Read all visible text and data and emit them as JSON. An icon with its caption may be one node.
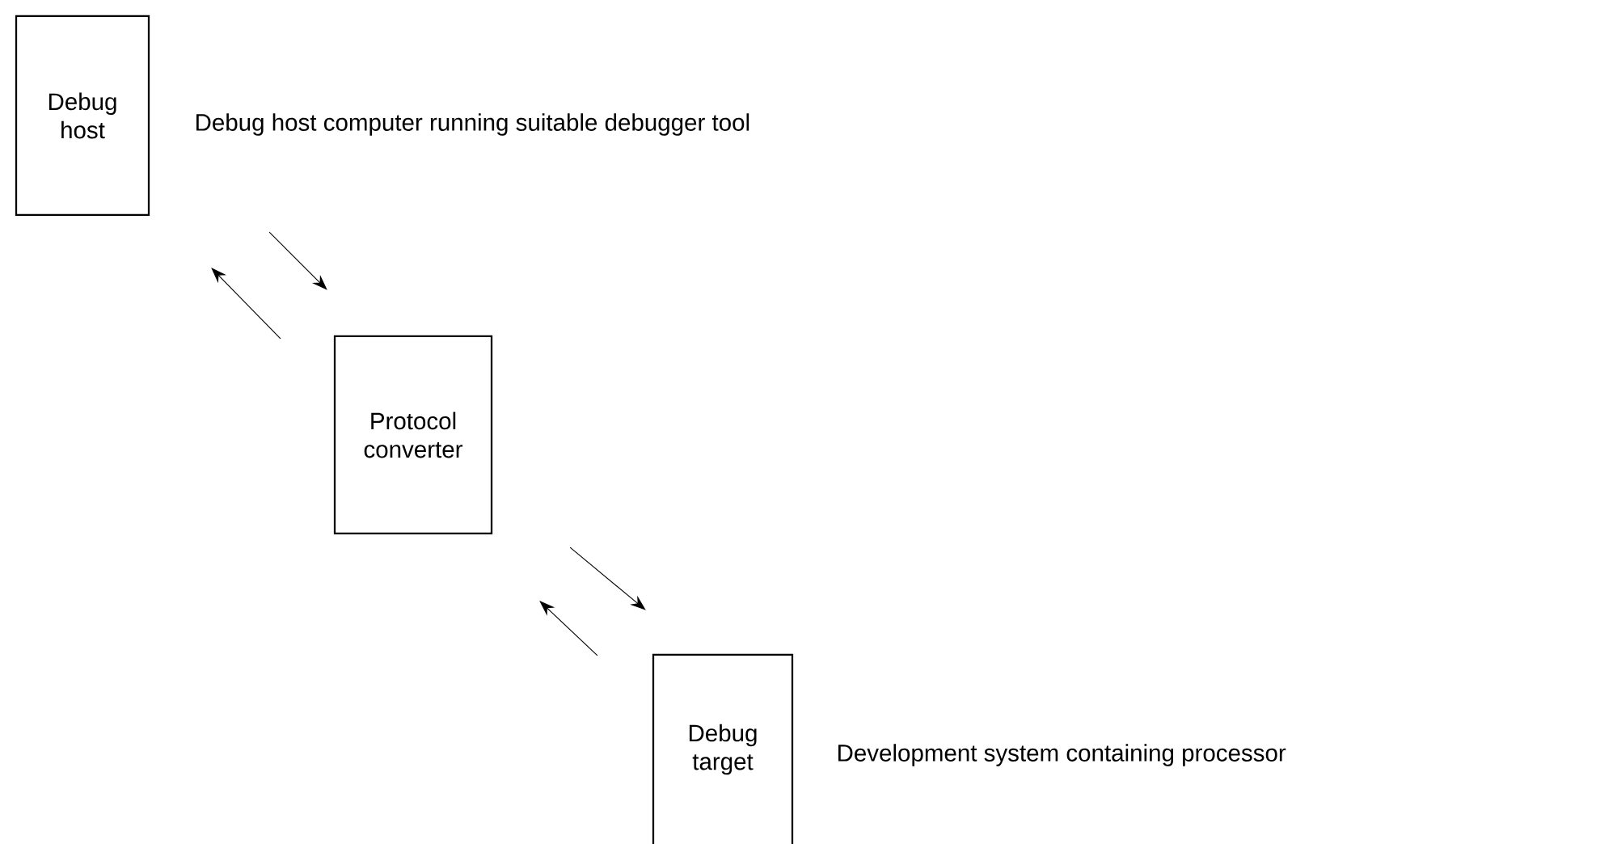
{
  "diagram": {
    "nodes": [
      {
        "text": [
          "Debug host"
        ],
        "beside": [
          "Debug host computer running suitable debugger tool"
        ]
      },
      {
        "text": [
          "Protocol converter"
        ]
      },
      {
        "text": [
          "Debug target"
        ],
        "beside": [
          "Development system containing processor"
        ]
      }
    ],
    "edges": [
      {
        "from": 0,
        "to": 1,
        "arrow": "to"
      },
      {
        "from": 1,
        "to": 0,
        "arrow": "to"
      },
      {
        "from": 1,
        "to": 2,
        "arrow": "to"
      },
      {
        "from": 2,
        "to": 1,
        "arrow": "to"
      }
    ]
  }
}
